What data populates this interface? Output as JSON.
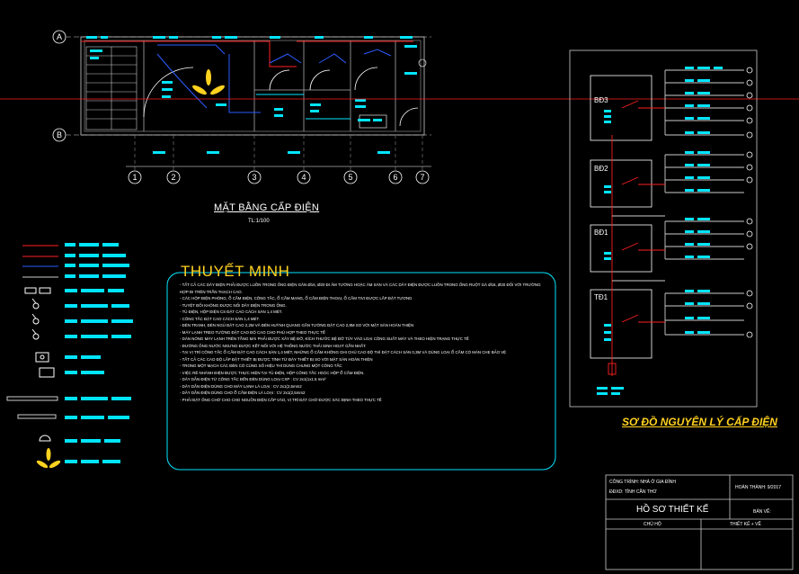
{
  "drawing": {
    "plan_title": "MẶT BẰNG CẤP ĐIỆN",
    "plan_scale": "TL:1/100",
    "notes_title": "THUYẾT MINH",
    "schematic_title": "SƠ ĐỒ NGUYÊN LÝ CẤP ĐIỆN",
    "grid_letters": [
      "A",
      "B"
    ],
    "grid_numbers": [
      "1",
      "2",
      "3",
      "4",
      "5",
      "6",
      "7"
    ],
    "panels": [
      "BĐ3",
      "BĐ2",
      "BĐ1",
      "TĐ1"
    ]
  },
  "notes": [
    "- TẤT CẢ CÁC DÂY ĐIỆN PHẢI ĐƯỢC LUỒN TRONG ỐNG ĐIỆN GÂN Ø16, Ø20 ĐI ÂM TƯỜNG HOẶC ÂM SÀN VÀ CÁC DÂY ĐIỆN ĐƯỢC LUỒN TRONG ỐNG RUỘT GÀ Ø16, Ø20 ĐỐI VỚI TRƯỜNG HỢP ĐI TRÊN TRẦN THẠCH CAO.",
    "- CÁC HỘP ĐIỆN PHÒNG, Ổ CẮM ĐIỆN, CÔNG TẮC, Ổ CẮM MẠNG, Ổ CẮM ĐIỆN THOẠI, Ổ CẮM TIVI ĐƯỢC LẮP ĐẶT TƯƠNG",
    "- TUYỆT ĐỐI KHÔNG ĐƯỢC NỐI DÂY ĐIỆN TRONG ỐNG.",
    "- TỦ ĐIỆN, HỘP ĐIỆN CS ĐẶT CAO CÁCH SÀN 1,4 MÉT.",
    "- CÔNG TẮC ĐẶT CAO CÁCH SÀN 1,4 MÉT.",
    "- ĐÈN TRANH, ĐÈN NGỦ ĐẶT CAO 2,2M VÀ ĐÈN HUỲNH QUANG GẮN TƯỜNG ĐẶT CAO 2,8M SO VỚI MẶT SÀN HOÀN THIỆN",
    "- MÁY LẠNH TREO TƯỜNG ĐẶT CAO ĐỘ CAO CHO PHÙ HỢP THEO THỰC TẾ",
    "- DÀN NÓNG MÁY LẠNH TRÊN TẦNG MÁI PHẢI ĐƯỢC XÂY BỆ ĐỠ, KÍCH THƯỚC BỆ ĐỠ TÙY VÀO LOẠI CÔNG SUẤT MÁY VÀ THEO HIỆN TRẠNG THỰC TẾ",
    "- ĐƯỜNG ỐNG NƯỚC NGƯNG ĐƯỢC KẾT NỐI VỚI HỆ THỐNG NƯỚC THẢI SINH HOẠT GẦN NHẤT.",
    "- TẠI VỊ TRÍ CÔNG TẮC Ổ CẮM ĐẶT CAO CÁCH SÀN 1,4 MÉT, NHỮNG Ổ CẮM KHÔNG GHI CHÚ CAO ĐỘ THÌ ĐẶT CÁCH SÀN 0,3M VÀ DÙNG LOẠI Ổ CẮM CÓ MÀN CHE BẢO VỆ",
    "- TẤT CẢ CÁC CAO ĐỘ LẮP ĐẶT THIẾT BỊ ĐƯỢC TÍNH TỪ ĐÁY THIẾT BỊ SO VỚI MẶT SÀN HOÀN THIỆN",
    "- TRONG MỘT MẠCH CÁC ĐÈN CÓ CÙNG SỐ HIỆU THÌ DÙNG CHUNG MỘT CÔNG TẮC",
    "- VIỆC RẼ NHÁNH ĐIỆN ĐƯỢC THỰC HIỆN TẠI TỦ ĐIỆN, HỘP CÔNG TẮC HOẶC HỘP Ổ CẮM ĐIỆN.",
    "- DÂY DẪN ĐIỆN TỪ CÔNG TẮC ĐẾN ĐÈN DÙNG LOẠI CXP : CV 2x1(1x1.5 mm²",
    "- DÂY DẪN ĐIỆN DÙNG CHO MÁY LẠNH LÀ LOẠI : CV 2x1(2,5mm2",
    "- DÂY DẪN ĐIỆN DÙNG CHO Ổ CẮM ĐIỆN LÀ LOẠI : CV 2x1(2,5mm2",
    "- PHẢI ĐẶT ỐNG CHỜ CHO CHO NGUỒN ĐIỆN CẤP VÀO, VỊ TRÍ ĐẶT CHỜ ĐƯỢC XÁC ĐỊNH THEO THỰC TẾ"
  ],
  "title_block": {
    "project": "CÔNG TRÌNH: NHÀ Ở GIA ĐÌNH",
    "address": "ĐĐXD: TỈNH CẦN THƠ",
    "completed": "HOÀN THÀNH: 9/2017",
    "doc_title": "HỒ SƠ THIẾT KẾ",
    "sheet": "BẢN VẼ:",
    "owner": "CHỦ HỘ",
    "designer": "THIẾT KẾ + VẼ"
  },
  "colors": {
    "background": "#000000",
    "cyan": "#00e5ff",
    "red": "#ff2020",
    "yellow": "#ffd21f",
    "blue": "#2a5cff",
    "white": "#ffffff"
  }
}
